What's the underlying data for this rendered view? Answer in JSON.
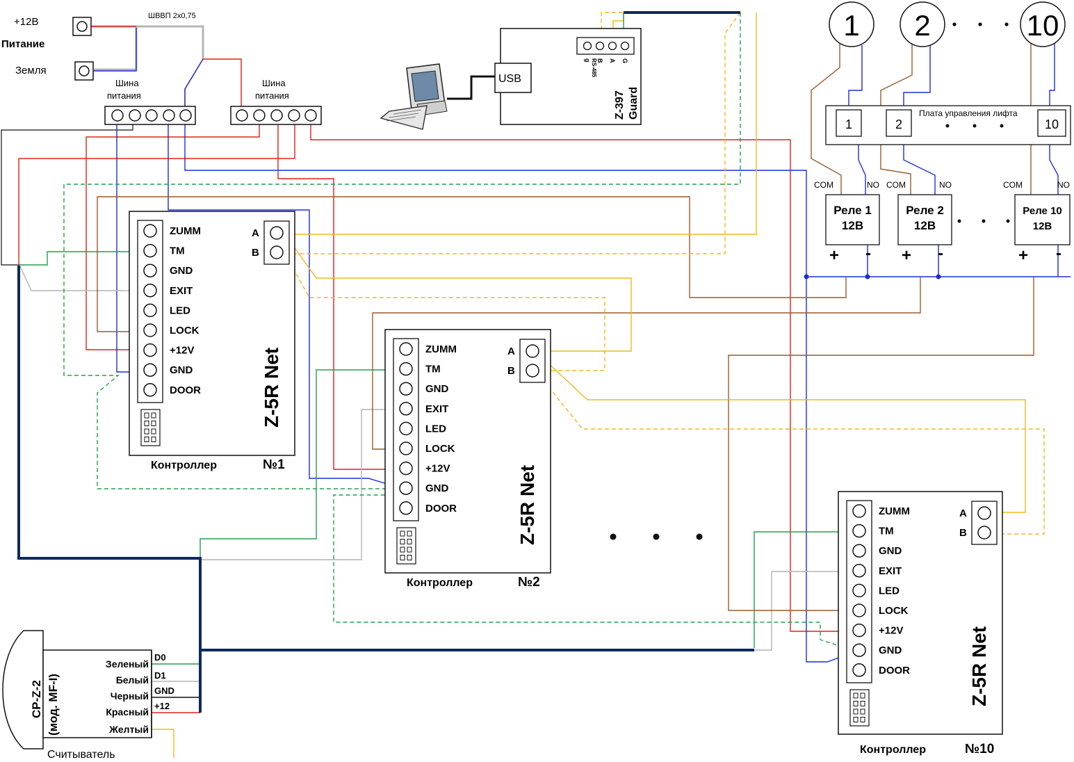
{
  "power": {
    "plus12_label": "+12В",
    "power_label": "Питание",
    "ground_label": "Земля",
    "cable_label": "ШВВП 2х0,75",
    "bus1_label": "Шина питания",
    "bus2_label": "Шина питания"
  },
  "converter": {
    "model": "Z-397",
    "name": "Guard",
    "usb_label": "USB",
    "pins": [
      "g",
      "B",
      "A",
      "G"
    ],
    "pins_title": "RS-485"
  },
  "controllers": [
    {
      "id": "1",
      "model": "Z-5R Net",
      "caption": "Контроллер",
      "number": "№1"
    },
    {
      "id": "2",
      "model": "Z-5R Net",
      "caption": "Контроллер",
      "number": "№2"
    },
    {
      "id": "10",
      "model": "Z-5R Net",
      "caption": "Контроллер",
      "number": "№10"
    }
  ],
  "controller_pins": [
    "ZUMM",
    "TM",
    "GND",
    "EXIT",
    "LED",
    "LOCK",
    "+12V",
    "GND",
    "DOOR"
  ],
  "rs485_pins": [
    "A",
    "B"
  ],
  "floors": [
    "1",
    "2",
    "10"
  ],
  "lift_board": {
    "title": "Плата управления лифта",
    "inputs": [
      "1",
      "2",
      "10"
    ]
  },
  "relays": [
    {
      "name": "Реле 1",
      "voltage": "12В"
    },
    {
      "name": "Реле 2",
      "voltage": "12В"
    },
    {
      "name": "Реле 10",
      "voltage": "12В"
    }
  ],
  "relay_terms": {
    "com": "COM",
    "no": "NO",
    "plus": "+",
    "minus": "-"
  },
  "reader": {
    "model_line1": "CP-Z-2",
    "model_line2": "(мод. MF-I)",
    "caption": "Считыватель",
    "wires": [
      {
        "color_name": "Зеленый",
        "signal": "D0"
      },
      {
        "color_name": "Белый",
        "signal": "D1"
      },
      {
        "color_name": "Черный",
        "signal": "GND"
      },
      {
        "color_name": "Красный",
        "signal": "+12"
      },
      {
        "color_name": "Желтый",
        "signal": ""
      }
    ]
  },
  "colors": {
    "red": "#e0201a",
    "blue": "#1a2fd0",
    "green": "#22a04a",
    "grey": "#b4b4b4",
    "yellow": "#f2b81c",
    "brown": "#9b5a2a",
    "navy": "#0e2a5c",
    "black": "#111111"
  }
}
